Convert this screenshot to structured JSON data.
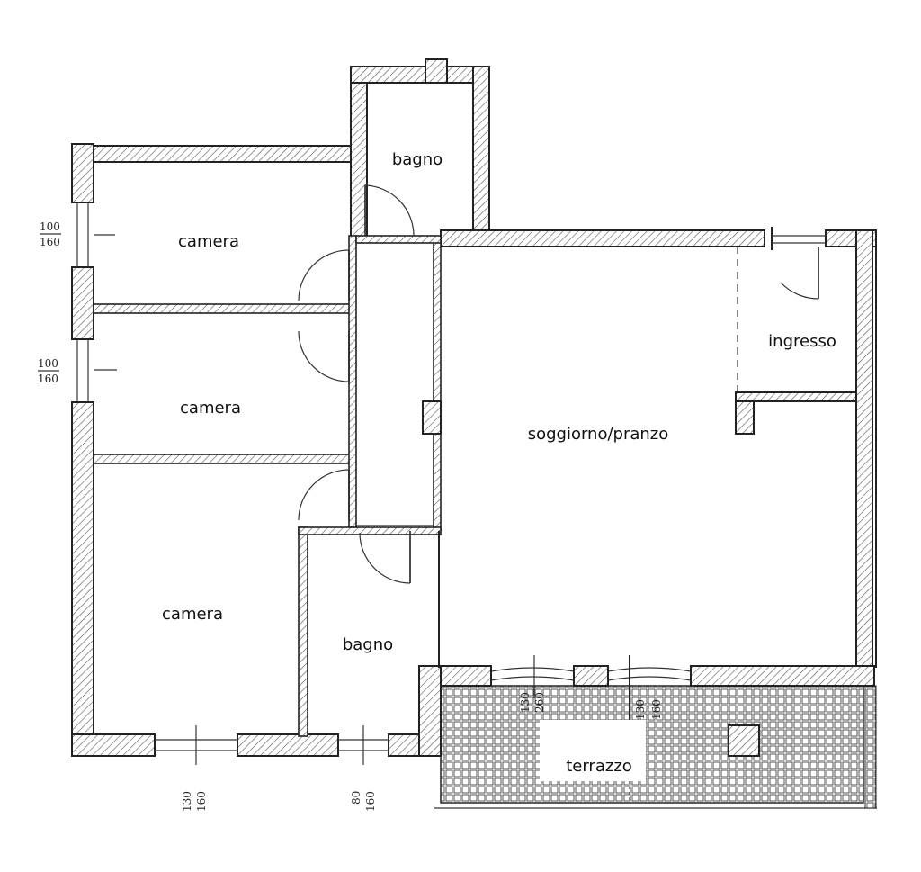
{
  "rooms": {
    "bagno_top": "bagno",
    "camera_1": "camera",
    "camera_2": "camera",
    "camera_3": "camera",
    "ingresso": "ingresso",
    "soggiorno": "soggiorno/pranzo",
    "bagno_bottom": "bagno",
    "terrazzo": "terrazzo"
  },
  "dimensions": {
    "window_camera_1": {
      "width": "100",
      "height": "160"
    },
    "window_camera_2": {
      "width": "100",
      "height": "160"
    },
    "window_camera_3": {
      "width": "130",
      "height": "160"
    },
    "window_bagno": {
      "width": "80",
      "height": "160"
    },
    "window_soggiorno_left": {
      "width": "130",
      "height": "260"
    },
    "window_soggiorno_right": {
      "width": "130",
      "height": "160"
    }
  }
}
